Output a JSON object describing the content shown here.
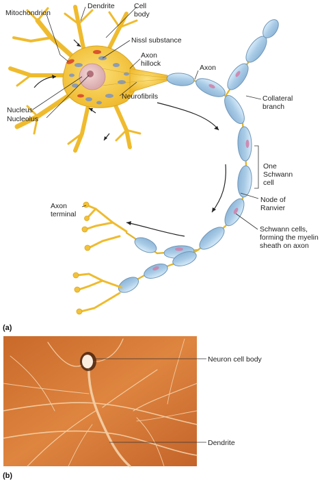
{
  "panel_a": {
    "tag": "(a)",
    "labels": {
      "mitochondrion": "Mitochondrion",
      "dendrite": "Dendrite",
      "cell_body_1": "Cell",
      "cell_body_2": "body",
      "nissl": "Nissl substance",
      "axon_hillock_1": "Axon",
      "axon_hillock_2": "hillock",
      "axon": "Axon",
      "neurofibrils": "Neurofibrils",
      "collateral_1": "Collateral",
      "collateral_2": "branch",
      "nucleus": "Nucleus",
      "nucleolus": "Nucleolus",
      "schwann_1": "One",
      "schwann_2": "Schwann",
      "schwann_3": "cell",
      "node_1": "Node of",
      "node_2": "Ranvier",
      "axon_terminal_1": "Axon",
      "axon_terminal_2": "terminal",
      "sheath_1": "Schwann cells,",
      "sheath_2": "forming the myelin",
      "sheath_3": "sheath on axon"
    }
  },
  "panel_b": {
    "tag": "(b)",
    "labels": {
      "neuron_cell_body": "Neuron cell body",
      "dendrite": "Dendrite"
    }
  },
  "colors": {
    "neuron_yellow": "#f2c23a",
    "myelin_blue": "#a9cce8",
    "micrograph_orange": "#d9782f"
  }
}
